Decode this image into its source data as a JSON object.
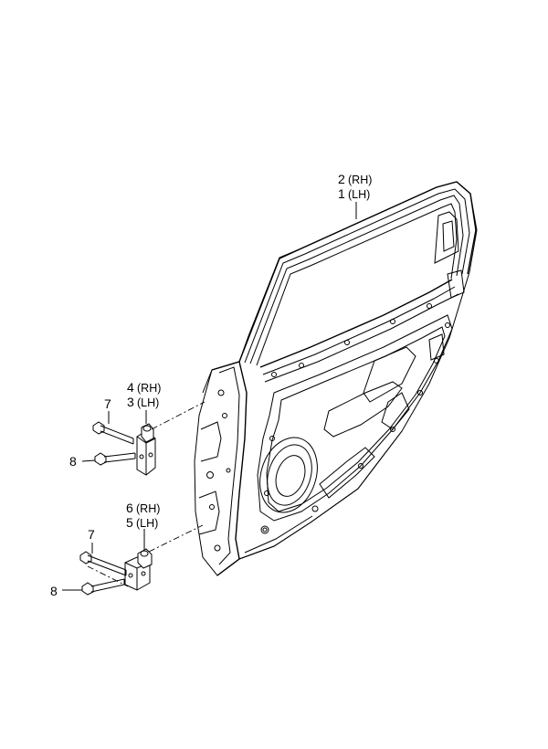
{
  "callouts": {
    "door_rh": {
      "num": "2",
      "side": "(RH)"
    },
    "door_lh": {
      "num": "1",
      "side": "(LH)"
    },
    "upper_hinge_rh": {
      "num": "4",
      "side": "(RH)"
    },
    "upper_hinge_lh": {
      "num": "3",
      "side": "(LH)"
    },
    "lower_hinge_rh": {
      "num": "6",
      "side": "(RH)"
    },
    "lower_hinge_lh": {
      "num": "5",
      "side": "(LH)"
    },
    "upper_bolt_7": "7",
    "upper_bolt_8": "8",
    "lower_bolt_7": "7",
    "lower_bolt_8": "8"
  }
}
